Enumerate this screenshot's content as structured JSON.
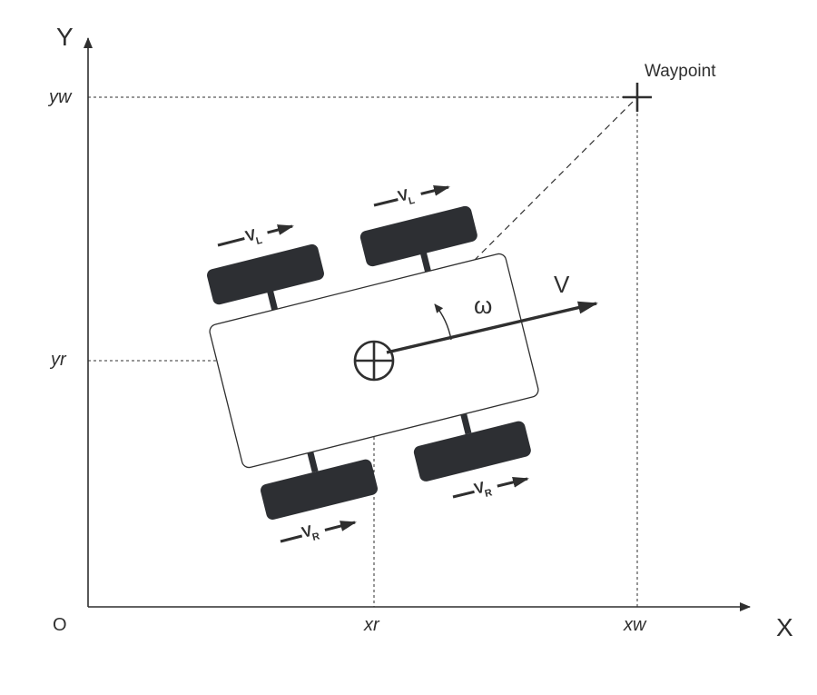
{
  "axes": {
    "x_label": "X",
    "y_label": "Y",
    "origin_label": "O"
  },
  "coords": {
    "yw": "yw",
    "yr": "yr",
    "xr": "xr",
    "xw": "xw"
  },
  "waypoint": {
    "label": "Waypoint"
  },
  "robot": {
    "velocity_label": "V",
    "angular_label": "ω"
  },
  "wheel_labels": {
    "left_main": "V",
    "left_sub": "L",
    "right_main": "V",
    "right_sub": "R"
  },
  "colors": {
    "line": "#2f2f2f",
    "wheel": "#2d2f33",
    "background": "#ffffff"
  }
}
